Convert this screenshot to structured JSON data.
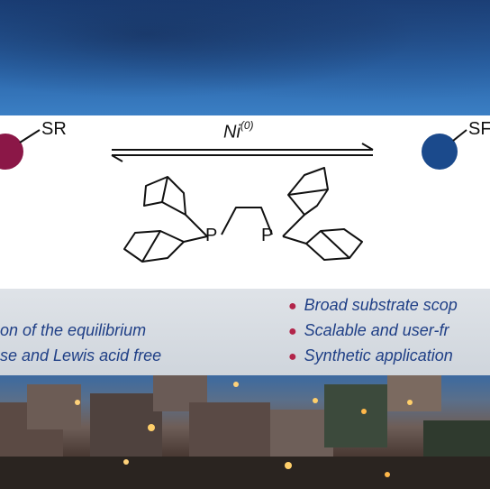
{
  "scheme": {
    "left_group_label": "SR",
    "right_group_label": "SF",
    "catalyst_label": "Ni",
    "catalyst_superscript": "(0)",
    "phosphorus_left": "P",
    "phosphorus_right": "P",
    "colors": {
      "left_sphere": "#8b1747",
      "right_sphere": "#1b4a8c"
    }
  },
  "bullets_left": [
    {
      "text": "on of the equilibrium"
    },
    {
      "text": "se and Lewis acid free"
    }
  ],
  "bullets_right": [
    {
      "text": "Broad substrate scop"
    },
    {
      "text": "Scalable and user-fr"
    },
    {
      "text": "Synthetic application"
    }
  ]
}
